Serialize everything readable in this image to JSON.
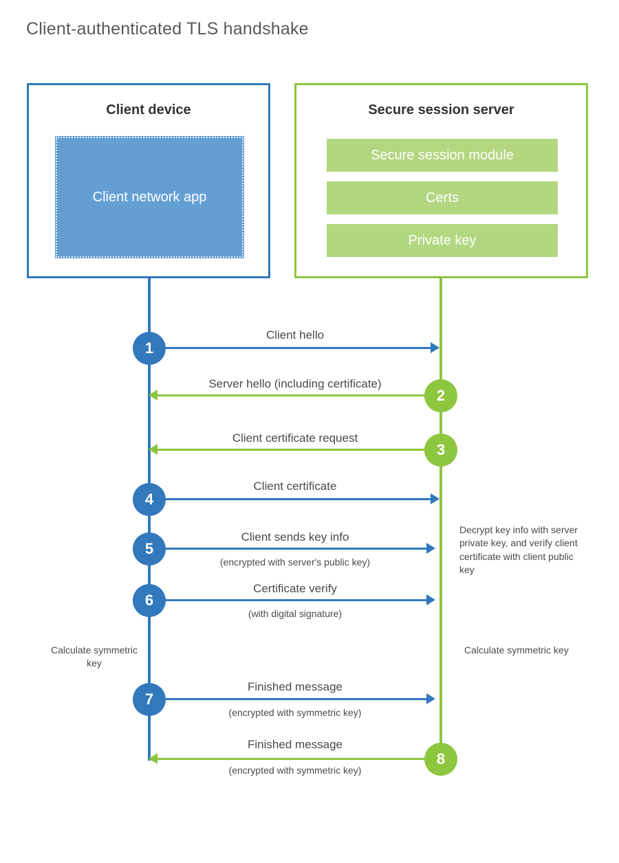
{
  "title": "Client-authenticated TLS handshake",
  "colors": {
    "client_blue": "#3178bd",
    "client_app_fill": "#649fd4",
    "server_green": "#8dc63f",
    "server_bar_fill": "#b2d780",
    "text_gray": "#4a4a4a",
    "background": "#ffffff"
  },
  "parties": {
    "client": {
      "title": "Client device",
      "app_label": "Client network app"
    },
    "server": {
      "title": "Secure session server",
      "bars": [
        {
          "label": "Secure session module"
        },
        {
          "label": "Certs"
        },
        {
          "label": "Private key"
        }
      ]
    }
  },
  "steps": [
    {
      "number": "1",
      "label": "Client hello",
      "sublabel": "",
      "direction": "client-to-server",
      "color": "blue"
    },
    {
      "number": "2",
      "label": "Server hello (including certificate)",
      "sublabel": "",
      "direction": "server-to-client",
      "color": "green"
    },
    {
      "number": "3",
      "label": "Client certificate request",
      "sublabel": "",
      "direction": "server-to-client",
      "color": "green"
    },
    {
      "number": "4",
      "label": "Client certificate",
      "sublabel": "",
      "direction": "client-to-server",
      "color": "blue"
    },
    {
      "number": "5",
      "label": "Client sends key info",
      "sublabel": "(encrypted with server's public key)",
      "direction": "client-to-server",
      "color": "blue"
    },
    {
      "number": "6",
      "label": "Certificate verify",
      "sublabel": "(with digital signature)",
      "direction": "client-to-server",
      "color": "blue"
    },
    {
      "number": "7",
      "label": "Finished message",
      "sublabel": "(encrypted with symmetric key)",
      "direction": "client-to-server",
      "color": "blue"
    },
    {
      "number": "8",
      "label": "Finished message",
      "sublabel": "(encrypted with symmetric key)",
      "direction": "server-to-client",
      "color": "green"
    }
  ],
  "notes": {
    "server_decrypt": "Decrypt key info with server private key, and verify client certificate with client public key",
    "client_calculate": "Calculate symmetric key",
    "server_calculate": "Calculate symmetric key"
  },
  "chart_data": {
    "type": "sequence-diagram",
    "title": "Client-authenticated TLS handshake",
    "participants": [
      "Client device",
      "Secure session server"
    ],
    "messages": [
      {
        "step": 1,
        "from": "Client device",
        "to": "Secure session server",
        "text": "Client hello"
      },
      {
        "step": 2,
        "from": "Secure session server",
        "to": "Client device",
        "text": "Server hello (including certificate)"
      },
      {
        "step": 3,
        "from": "Secure session server",
        "to": "Client device",
        "text": "Client certificate request"
      },
      {
        "step": 4,
        "from": "Client device",
        "to": "Secure session server",
        "text": "Client certificate"
      },
      {
        "step": 5,
        "from": "Client device",
        "to": "Secure session server",
        "text": "Client sends key info",
        "note": "(encrypted with server's public key)"
      },
      {
        "step": 6,
        "from": "Client device",
        "to": "Secure session server",
        "text": "Certificate verify",
        "note": "(with digital signature)"
      },
      {
        "step": 7,
        "from": "Client device",
        "to": "Secure session server",
        "text": "Finished message",
        "note": "(encrypted with symmetric key)"
      },
      {
        "step": 8,
        "from": "Secure session server",
        "to": "Client device",
        "text": "Finished message",
        "note": "(encrypted with symmetric key)"
      }
    ]
  }
}
